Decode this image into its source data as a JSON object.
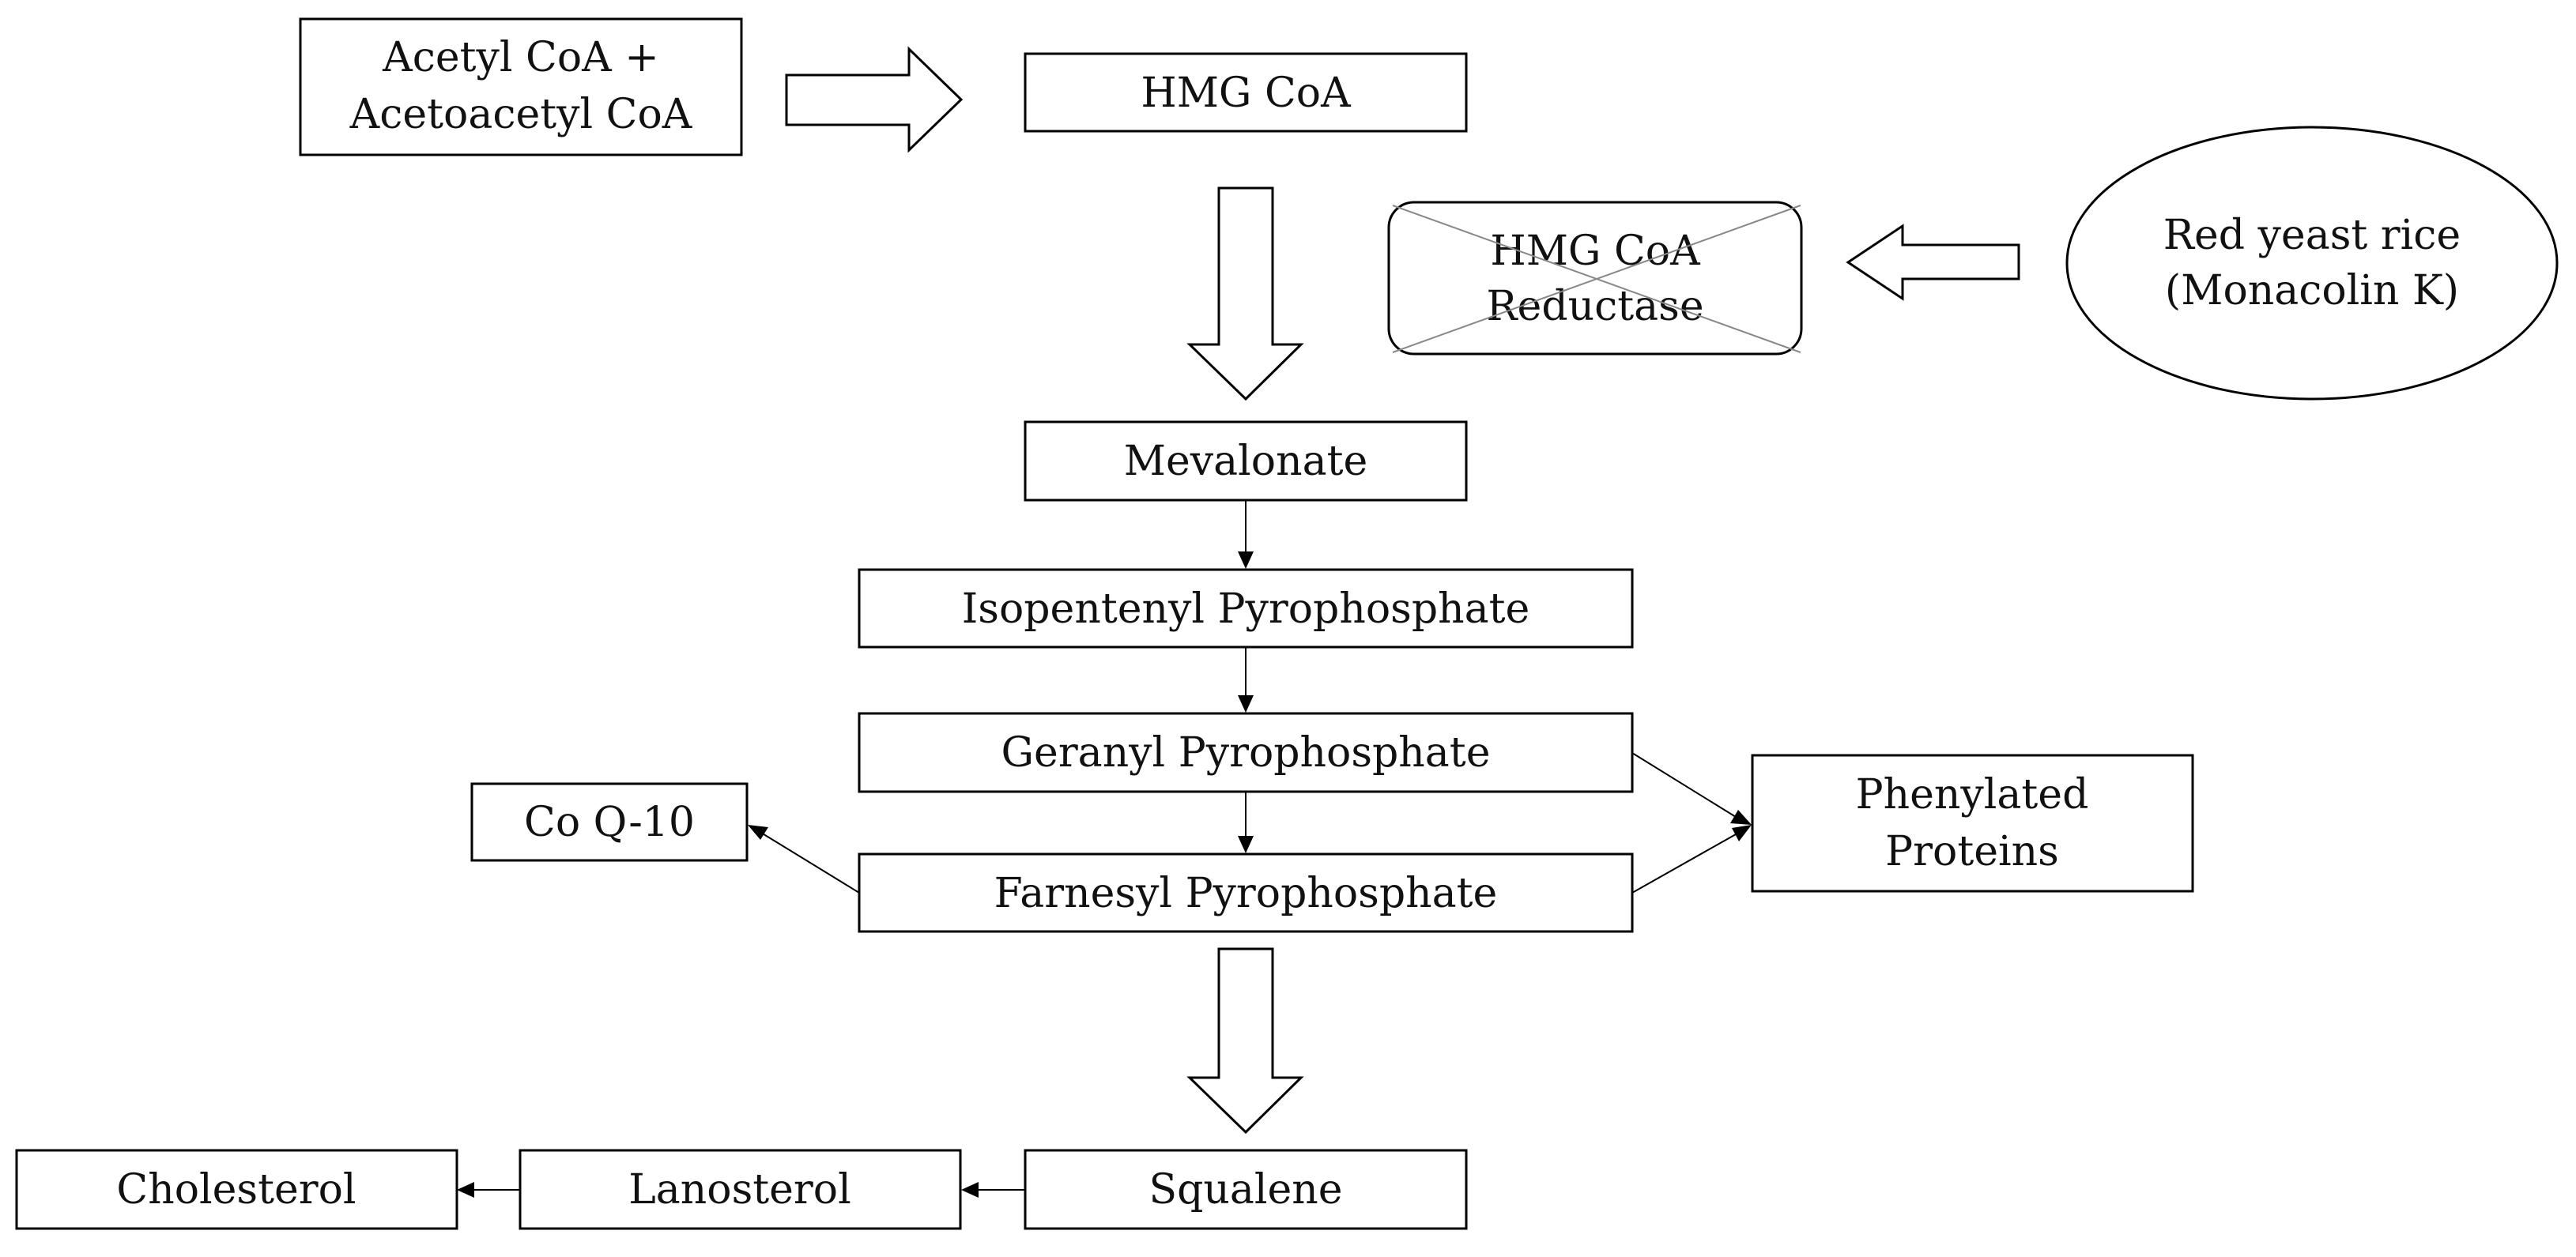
{
  "nodes": {
    "acetyl": {
      "line1": "Acetyl CoA +",
      "line2": "Acetoacetyl CoA"
    },
    "hmg_coa": {
      "label": "HMG CoA"
    },
    "hmg_reductase": {
      "line1": "HMG CoA",
      "line2": "Reductase",
      "status": "inhibited"
    },
    "red_yeast_rice": {
      "line1": "Red yeast rice",
      "line2": "(Monacolin K)"
    },
    "mevalonate": {
      "label": "Mevalonate"
    },
    "isopentenyl": {
      "label": "Isopentenyl Pyrophosphate"
    },
    "geranyl": {
      "label": "Geranyl Pyrophosphate"
    },
    "farnesyl": {
      "label": "Farnesyl Pyrophosphate"
    },
    "coq10": {
      "label": "Co Q-10"
    },
    "phenylated": {
      "line1": "Phenylated",
      "line2": "Proteins"
    },
    "squalene": {
      "label": "Squalene"
    },
    "lanosterol": {
      "label": "Lanosterol"
    },
    "cholesterol": {
      "label": "Cholesterol"
    }
  },
  "edges": [
    {
      "from": "Acetyl CoA + Acetoacetyl CoA",
      "to": "HMG CoA",
      "style": "block-arrow"
    },
    {
      "from": "HMG CoA",
      "to": "Mevalonate",
      "style": "block-arrow"
    },
    {
      "from": "Red yeast rice (Monacolin K)",
      "to": "HMG CoA Reductase",
      "style": "block-arrow"
    },
    {
      "from": "Mevalonate",
      "to": "Isopentenyl Pyrophosphate",
      "style": "thin-arrow"
    },
    {
      "from": "Isopentenyl Pyrophosphate",
      "to": "Geranyl Pyrophosphate",
      "style": "thin-arrow"
    },
    {
      "from": "Geranyl Pyrophosphate",
      "to": "Farnesyl Pyrophosphate",
      "style": "thin-arrow"
    },
    {
      "from": "Geranyl Pyrophosphate",
      "to": "Phenylated Proteins",
      "style": "thin-arrow"
    },
    {
      "from": "Farnesyl Pyrophosphate",
      "to": "Phenylated Proteins",
      "style": "thin-arrow"
    },
    {
      "from": "Farnesyl Pyrophosphate",
      "to": "Co Q-10",
      "style": "thin-arrow"
    },
    {
      "from": "Farnesyl Pyrophosphate",
      "to": "Squalene",
      "style": "block-arrow"
    },
    {
      "from": "Squalene",
      "to": "Lanosterol",
      "style": "thin-arrow"
    },
    {
      "from": "Lanosterol",
      "to": "Cholesterol",
      "style": "thin-arrow"
    }
  ],
  "colors": {
    "stroke": "#000000",
    "cross_out": "#888888",
    "text": "#111111",
    "background": "#ffffff"
  }
}
